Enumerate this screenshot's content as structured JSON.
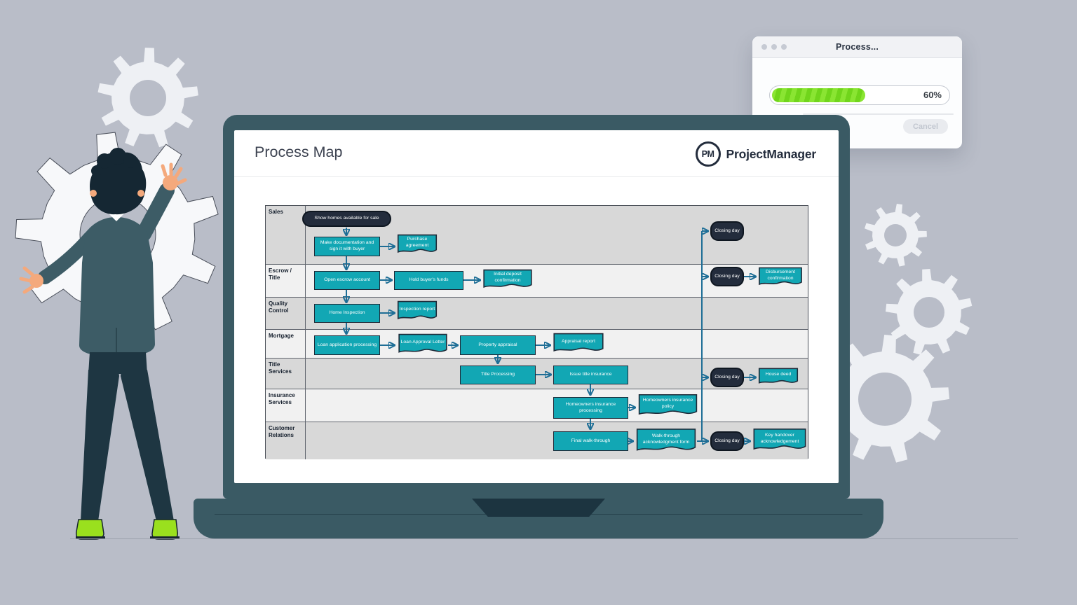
{
  "dialog": {
    "title": "Process...",
    "progress_label": "60%",
    "progress_value": 60,
    "cancel_label": "Cancel"
  },
  "screen": {
    "title": "Process Map",
    "logo": {
      "monogram": "PM",
      "name": "ProjectManager"
    },
    "map": {
      "lanes": [
        {
          "label": "Sales"
        },
        {
          "label": "Escrow / Title"
        },
        {
          "label": "Quality Control"
        },
        {
          "label": "Mortgage"
        },
        {
          "label": "Title Services"
        },
        {
          "label": "Insurance Services"
        },
        {
          "label": "Customer Relations"
        }
      ],
      "nodes": {
        "show_homes": {
          "type": "terminator",
          "lane": "Sales",
          "label": "Show homes available for sale"
        },
        "make_documentation": {
          "type": "process",
          "lane": "Sales",
          "label": "Make documentation and sign it with buyer"
        },
        "purchase_agreement": {
          "type": "document",
          "lane": "Sales",
          "label": "Purchase agreement"
        },
        "closing_day_sales": {
          "type": "event",
          "lane": "Sales",
          "label": "Closing day"
        },
        "open_escrow": {
          "type": "process",
          "lane": "Escrow / Title",
          "label": "Open escrow account"
        },
        "hold_funds": {
          "type": "process",
          "lane": "Escrow / Title",
          "label": "Hold buyer's funds"
        },
        "initial_deposit": {
          "type": "document",
          "lane": "Escrow / Title",
          "label": "Initial deposit confirmation"
        },
        "closing_day_escrow": {
          "type": "event",
          "lane": "Escrow / Title",
          "label": "Closing day"
        },
        "disbursement": {
          "type": "document",
          "lane": "Escrow / Title",
          "label": "Disbursement confirmation"
        },
        "home_inspection": {
          "type": "process",
          "lane": "Quality Control",
          "label": "Home Inspection"
        },
        "inspection_report": {
          "type": "document",
          "lane": "Quality Control",
          "label": "Inspection report"
        },
        "loan_processing": {
          "type": "process",
          "lane": "Mortgage",
          "label": "Loan application processing"
        },
        "loan_approval": {
          "type": "document",
          "lane": "Mortgage",
          "label": "Loan Approval Letter"
        },
        "property_appraisal": {
          "type": "process",
          "lane": "Mortgage",
          "label": "Property appraisal"
        },
        "appraisal_report": {
          "type": "document",
          "lane": "Mortgage",
          "label": "Appraisal report"
        },
        "title_processing": {
          "type": "process",
          "lane": "Title Services",
          "label": "Title Processing"
        },
        "issue_title": {
          "type": "process",
          "lane": "Title Services",
          "label": "Issue title insurance"
        },
        "closing_day_title": {
          "type": "event",
          "lane": "Title Services",
          "label": "Closing day"
        },
        "house_deed": {
          "type": "document",
          "lane": "Title Services",
          "label": "House deed"
        },
        "homeowners_processing": {
          "type": "process",
          "lane": "Insurance Services",
          "label": "Homeowners insurance processing"
        },
        "homeowners_policy": {
          "type": "document",
          "lane": "Insurance Services",
          "label": "Homeowners insurance policy"
        },
        "final_walkthrough": {
          "type": "process",
          "lane": "Customer Relations",
          "label": "Final walk-through"
        },
        "walkthrough_form": {
          "type": "document",
          "lane": "Customer Relations",
          "label": "Walk-through acknowledgment form"
        },
        "closing_day_customer": {
          "type": "event",
          "lane": "Customer Relations",
          "label": "Closing day"
        },
        "key_handover": {
          "type": "document",
          "lane": "Customer Relations",
          "label": "Key handover acknowledgement"
        }
      }
    }
  },
  "colors": {
    "background": "#b9bdc8",
    "laptop": "#3a5a64",
    "node_teal": "#12a7b4",
    "node_dark": "#232c3c",
    "connector": "#1e6e96",
    "progress_green": "#76d622"
  }
}
